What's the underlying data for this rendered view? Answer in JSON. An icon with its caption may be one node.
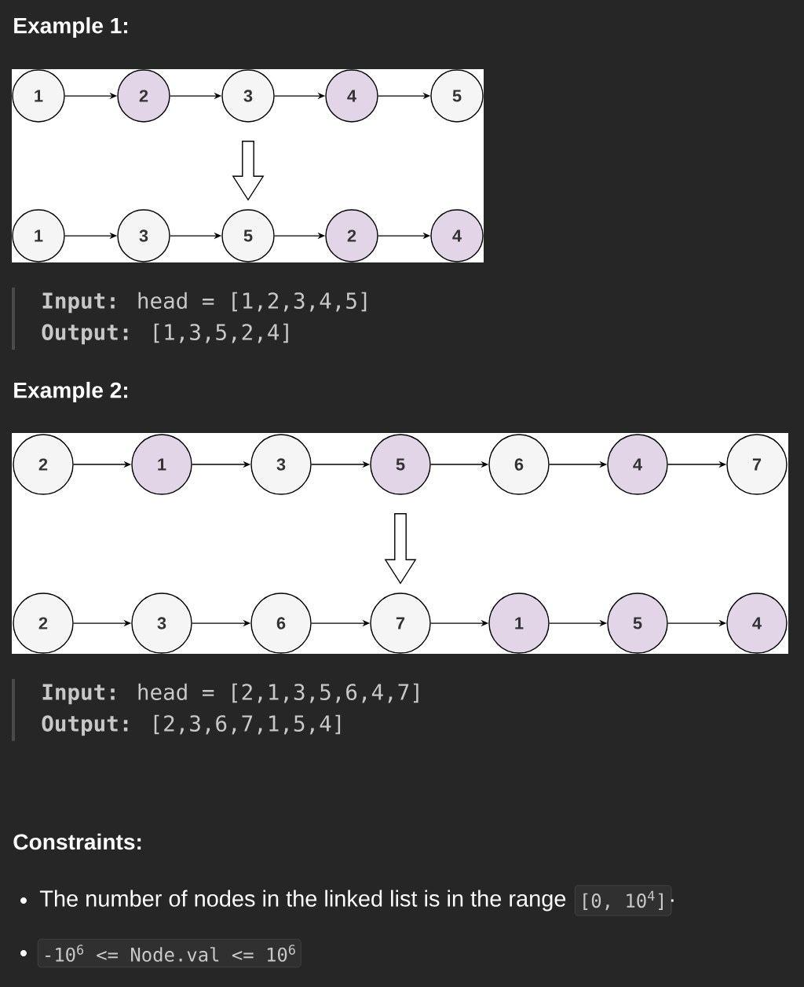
{
  "diagram": {
    "nodes": [
      {
        "text": [
          "1"
        ]
      },
      {
        "text": [
          "2"
        ]
      },
      {
        "text": [
          "3"
        ]
      },
      {
        "text": [
          "4"
        ]
      },
      {
        "text": [
          "5"
        ]
      },
      {
        "text": [
          "1"
        ]
      },
      {
        "text": [
          "3"
        ]
      },
      {
        "text": [
          "5"
        ]
      },
      {
        "text": [
          "2"
        ]
      },
      {
        "text": [
          "4"
        ]
      },
      {
        "text": [
          "2"
        ]
      },
      {
        "text": [
          "1"
        ]
      },
      {
        "text": [
          "3"
        ]
      },
      {
        "text": [
          "5"
        ]
      },
      {
        "text": [
          "6"
        ]
      },
      {
        "text": [
          "4"
        ]
      },
      {
        "text": [
          "7"
        ]
      },
      {
        "text": [
          "2"
        ]
      },
      {
        "text": [
          "3"
        ]
      },
      {
        "text": [
          "6"
        ]
      },
      {
        "text": [
          "7"
        ]
      },
      {
        "text": [
          "1"
        ]
      },
      {
        "text": [
          "5"
        ]
      },
      {
        "text": [
          "4"
        ]
      }
    ],
    "edges": [
      {
        "from": 0,
        "to": 1,
        "arrow": "to"
      },
      {
        "from": 1,
        "to": 2,
        "arrow": "to"
      },
      {
        "from": 2,
        "to": 3,
        "arrow": "to"
      },
      {
        "from": 3,
        "to": 4,
        "arrow": "to"
      },
      {
        "from": 2,
        "to": 7,
        "arrow": "to",
        "style": "thick"
      },
      {
        "from": 5,
        "to": 6,
        "arrow": "to"
      },
      {
        "from": 6,
        "to": 7,
        "arrow": "to"
      },
      {
        "from": 7,
        "to": 8,
        "arrow": "to"
      },
      {
        "from": 8,
        "to": 9,
        "arrow": "to"
      },
      {
        "from": 10,
        "to": 11,
        "arrow": "to"
      },
      {
        "from": 11,
        "to": 12,
        "arrow": "to"
      },
      {
        "from": 12,
        "to": 13,
        "arrow": "to"
      },
      {
        "from": 13,
        "to": 14,
        "arrow": "to"
      },
      {
        "from": 14,
        "to": 15,
        "arrow": "to"
      },
      {
        "from": 15,
        "to": 16,
        "arrow": "to"
      },
      {
        "from": 13,
        "to": 20,
        "arrow": "to",
        "style": "thick"
      },
      {
        "from": 17,
        "to": 18,
        "arrow": "to"
      },
      {
        "from": 18,
        "to": 19,
        "arrow": "to"
      },
      {
        "from": 19,
        "to": 20,
        "arrow": "to"
      },
      {
        "from": 20,
        "to": 21,
        "arrow": "to"
      },
      {
        "from": 21,
        "to": 22,
        "arrow": "to"
      },
      {
        "from": 22,
        "to": 23,
        "arrow": "to"
      }
    ],
    "labels": [
      "Example 1:",
      "**Input:** head = [1,2,3,4,5]",
      "**Output:** [1,3,5,2,4]",
      "Example 2:",
      "**Input:** head = [2,1,3,5,6,4,7]",
      "**Output:** [2,3,6,7,1,5,4]",
      "Constraints:",
      "The number of nodes in the linked list is in the range",
      "[0, 10$^{4}$]",
      ".",
      "-10$^{6}$ <= Node.val <= 10$^{6}$"
    ]
  }
}
